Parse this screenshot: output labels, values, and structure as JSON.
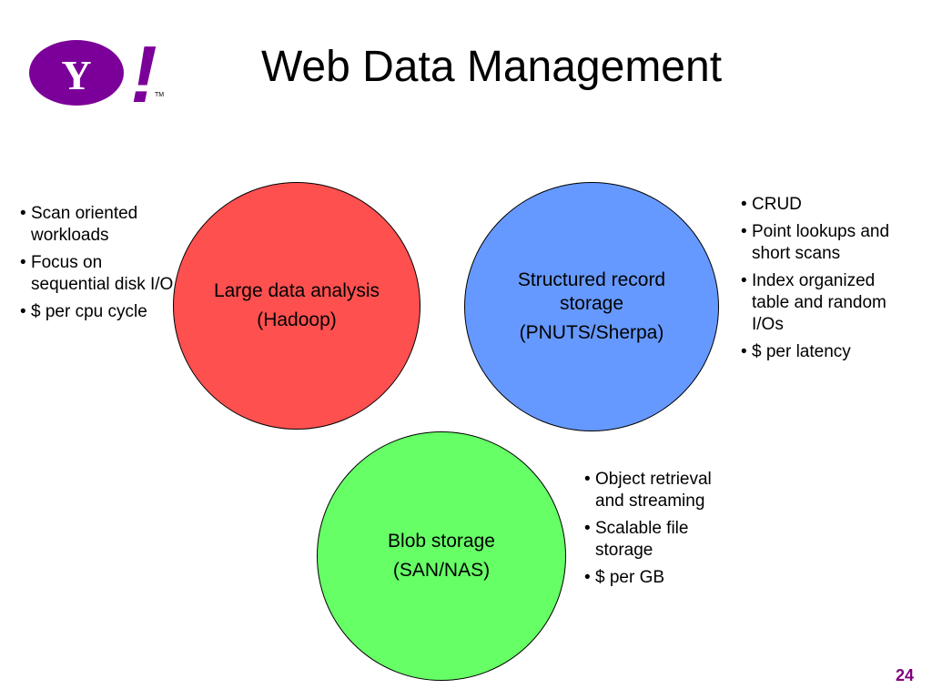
{
  "logo": {
    "letter": "Y",
    "mark": "!",
    "tm": "TM",
    "color": "#7b0099"
  },
  "title": "Web Data Management",
  "circles": {
    "hadoop": {
      "label": "Large data analysis",
      "sub": "(Hadoop)",
      "color": "#ff5050"
    },
    "pnuts": {
      "label": "Structured record storage",
      "sub": "(PNUTS/Sherpa)",
      "color": "#6699ff"
    },
    "blob": {
      "label": "Blob storage",
      "sub": "(SAN/NAS)",
      "color": "#66ff66"
    }
  },
  "bullets": {
    "left": [
      "Scan oriented workloads",
      "Focus on sequential disk I/O",
      "$ per cpu cycle"
    ],
    "right": [
      "CRUD",
      "Point lookups and short scans",
      "Index organized table and random I/Os",
      "$ per latency"
    ],
    "green": [
      "Object retrieval and streaming",
      "Scalable file storage",
      "$ per GB"
    ]
  },
  "page_number": "24"
}
